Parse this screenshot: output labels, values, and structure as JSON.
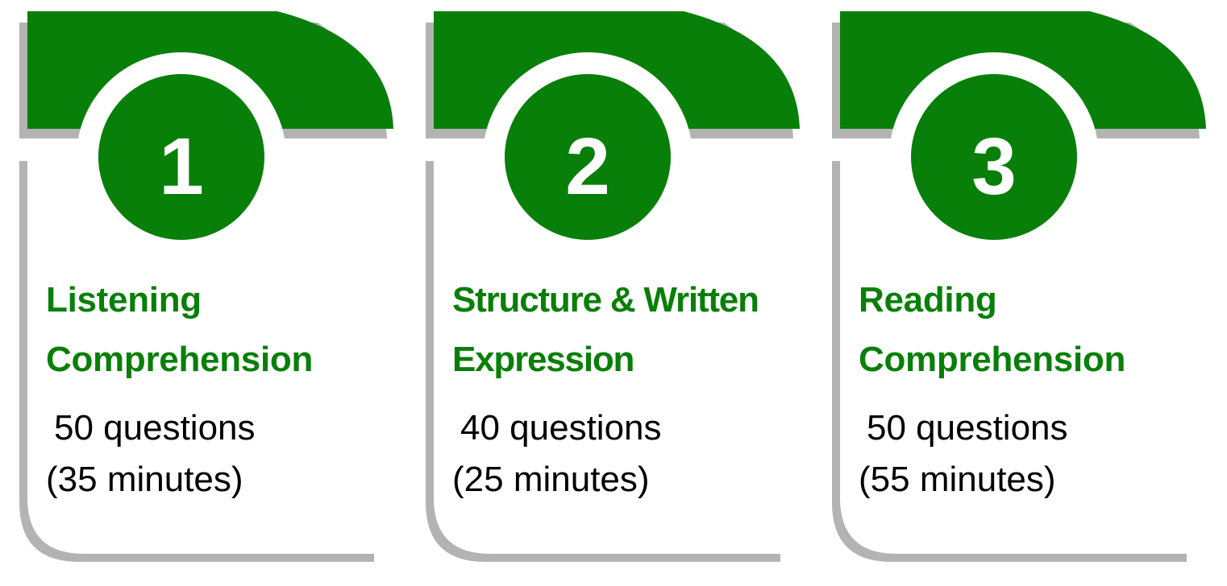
{
  "colors": {
    "accent": "#087f08",
    "shadow": "#b3b3b3",
    "card_bg": "#ffffff"
  },
  "steps": [
    {
      "number": "1",
      "title": "Listening\nComprehension",
      "questions": "50 questions",
      "duration": "(35 minutes)"
    },
    {
      "number": "2",
      "title": "Structure & Written\nExpression",
      "questions": "40 questions",
      "duration": "(25 minutes)"
    },
    {
      "number": "3",
      "title": "Reading\nComprehension",
      "questions": "50 questions",
      "duration": "(55 minutes)"
    }
  ]
}
